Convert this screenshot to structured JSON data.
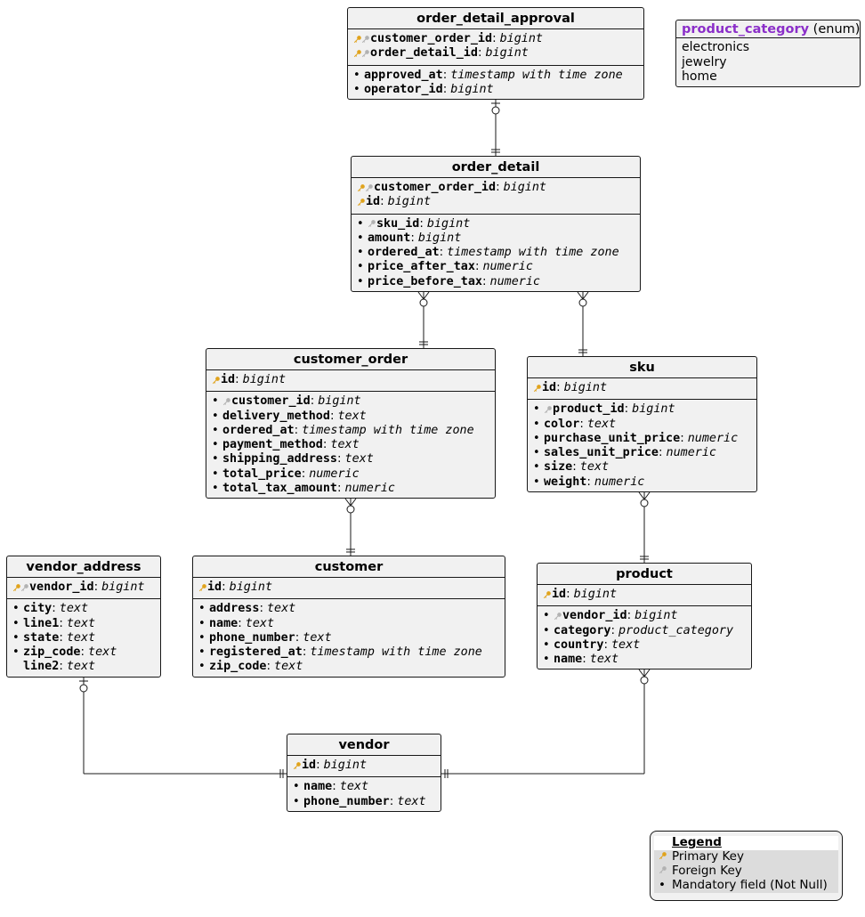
{
  "colors": {
    "entity_bg": "#f1f1f1",
    "border": "#181818",
    "primary_key": "#e0a31c",
    "foreign_key": "#b2b2b2",
    "enum_name": "#8b2fc9"
  },
  "entities": {
    "order_detail_approval": {
      "title": "order_detail_approval",
      "keys": [
        {
          "name": "customer_order_id",
          "type": "bigint",
          "icons": [
            "primary-key",
            "foreign-key"
          ]
        },
        {
          "name": "order_detail_id",
          "type": "bigint",
          "icons": [
            "primary-key",
            "foreign-key"
          ]
        }
      ],
      "fields": [
        {
          "name": "approved_at",
          "type": "timestamp with time zone",
          "mandatory": true,
          "icons": []
        },
        {
          "name": "operator_id",
          "type": "bigint",
          "mandatory": true,
          "icons": []
        }
      ]
    },
    "order_detail": {
      "title": "order_detail",
      "keys": [
        {
          "name": "customer_order_id",
          "type": "bigint",
          "icons": [
            "primary-key",
            "foreign-key"
          ]
        },
        {
          "name": "id",
          "type": "bigint",
          "icons": [
            "primary-key"
          ]
        }
      ],
      "fields": [
        {
          "name": "sku_id",
          "type": "bigint",
          "mandatory": true,
          "icons": [
            "foreign-key"
          ]
        },
        {
          "name": "amount",
          "type": "bigint",
          "mandatory": true,
          "icons": []
        },
        {
          "name": "ordered_at",
          "type": "timestamp with time zone",
          "mandatory": true,
          "icons": []
        },
        {
          "name": "price_after_tax",
          "type": "numeric",
          "mandatory": true,
          "icons": []
        },
        {
          "name": "price_before_tax",
          "type": "numeric",
          "mandatory": true,
          "icons": []
        }
      ]
    },
    "customer_order": {
      "title": "customer_order",
      "keys": [
        {
          "name": "id",
          "type": "bigint",
          "icons": [
            "primary-key"
          ]
        }
      ],
      "fields": [
        {
          "name": "customer_id",
          "type": "bigint",
          "mandatory": true,
          "icons": [
            "foreign-key"
          ]
        },
        {
          "name": "delivery_method",
          "type": "text",
          "mandatory": true,
          "icons": []
        },
        {
          "name": "ordered_at",
          "type": "timestamp with time zone",
          "mandatory": true,
          "icons": []
        },
        {
          "name": "payment_method",
          "type": "text",
          "mandatory": true,
          "icons": []
        },
        {
          "name": "shipping_address",
          "type": "text",
          "mandatory": true,
          "icons": []
        },
        {
          "name": "total_price",
          "type": "numeric",
          "mandatory": true,
          "icons": []
        },
        {
          "name": "total_tax_amount",
          "type": "numeric",
          "mandatory": true,
          "icons": []
        }
      ]
    },
    "sku": {
      "title": "sku",
      "keys": [
        {
          "name": "id",
          "type": "bigint",
          "icons": [
            "primary-key"
          ]
        }
      ],
      "fields": [
        {
          "name": "product_id",
          "type": "bigint",
          "mandatory": true,
          "icons": [
            "foreign-key"
          ]
        },
        {
          "name": "color",
          "type": "text",
          "mandatory": true,
          "icons": []
        },
        {
          "name": "purchase_unit_price",
          "type": "numeric",
          "mandatory": true,
          "icons": []
        },
        {
          "name": "sales_unit_price",
          "type": "numeric",
          "mandatory": true,
          "icons": []
        },
        {
          "name": "size",
          "type": "text",
          "mandatory": true,
          "icons": []
        },
        {
          "name": "weight",
          "type": "numeric",
          "mandatory": true,
          "icons": []
        }
      ]
    },
    "vendor_address": {
      "title": "vendor_address",
      "keys": [
        {
          "name": "vendor_id",
          "type": "bigint",
          "icons": [
            "primary-key",
            "foreign-key"
          ]
        }
      ],
      "fields": [
        {
          "name": "city",
          "type": "text",
          "mandatory": true,
          "icons": []
        },
        {
          "name": "line1",
          "type": "text",
          "mandatory": true,
          "icons": []
        },
        {
          "name": "state",
          "type": "text",
          "mandatory": true,
          "icons": []
        },
        {
          "name": "zip_code",
          "type": "text",
          "mandatory": true,
          "icons": []
        },
        {
          "name": "line2",
          "type": "text",
          "mandatory": false,
          "icons": []
        }
      ]
    },
    "customer": {
      "title": "customer",
      "keys": [
        {
          "name": "id",
          "type": "bigint",
          "icons": [
            "primary-key"
          ]
        }
      ],
      "fields": [
        {
          "name": "address",
          "type": "text",
          "mandatory": true,
          "icons": []
        },
        {
          "name": "name",
          "type": "text",
          "mandatory": true,
          "icons": []
        },
        {
          "name": "phone_number",
          "type": "text",
          "mandatory": true,
          "icons": []
        },
        {
          "name": "registered_at",
          "type": "timestamp with time zone",
          "mandatory": true,
          "icons": []
        },
        {
          "name": "zip_code",
          "type": "text",
          "mandatory": true,
          "icons": []
        }
      ]
    },
    "product": {
      "title": "product",
      "keys": [
        {
          "name": "id",
          "type": "bigint",
          "icons": [
            "primary-key"
          ]
        }
      ],
      "fields": [
        {
          "name": "vendor_id",
          "type": "bigint",
          "mandatory": true,
          "icons": [
            "foreign-key"
          ]
        },
        {
          "name": "category",
          "type": "product_category",
          "mandatory": true,
          "icons": []
        },
        {
          "name": "country",
          "type": "text",
          "mandatory": true,
          "icons": []
        },
        {
          "name": "name",
          "type": "text",
          "mandatory": true,
          "icons": []
        }
      ]
    },
    "vendor": {
      "title": "vendor",
      "keys": [
        {
          "name": "id",
          "type": "bigint",
          "icons": [
            "primary-key"
          ]
        }
      ],
      "fields": [
        {
          "name": "name",
          "type": "text",
          "mandatory": true,
          "icons": []
        },
        {
          "name": "phone_number",
          "type": "text",
          "mandatory": true,
          "icons": []
        }
      ]
    }
  },
  "enum": {
    "name": "product_category",
    "suffix": "(enum)",
    "values": [
      "electronics",
      "jewelry",
      "home"
    ]
  },
  "legend": {
    "title": "Legend",
    "items": [
      {
        "icon": "primary-key",
        "label": "Primary Key"
      },
      {
        "icon": "foreign-key",
        "label": "Foreign Key"
      },
      {
        "icon": "bullet",
        "label": "Mandatory field (Not Null)"
      }
    ]
  },
  "relationships": [
    {
      "from": "order_detail_approval",
      "from_card": "zero-or-one",
      "to": "order_detail",
      "to_card": "exactly-one"
    },
    {
      "from": "order_detail",
      "from_card": "zero-or-many",
      "to": "customer_order",
      "to_card": "exactly-one"
    },
    {
      "from": "order_detail",
      "from_card": "zero-or-many",
      "to": "sku",
      "to_card": "exactly-one"
    },
    {
      "from": "customer_order",
      "from_card": "zero-or-many",
      "to": "customer",
      "to_card": "exactly-one"
    },
    {
      "from": "sku",
      "from_card": "zero-or-many",
      "to": "product",
      "to_card": "exactly-one"
    },
    {
      "from": "vendor_address",
      "from_card": "zero-or-one",
      "to": "vendor",
      "to_card": "exactly-one"
    },
    {
      "from": "product",
      "from_card": "zero-or-many",
      "to": "vendor",
      "to_card": "exactly-one"
    }
  ]
}
